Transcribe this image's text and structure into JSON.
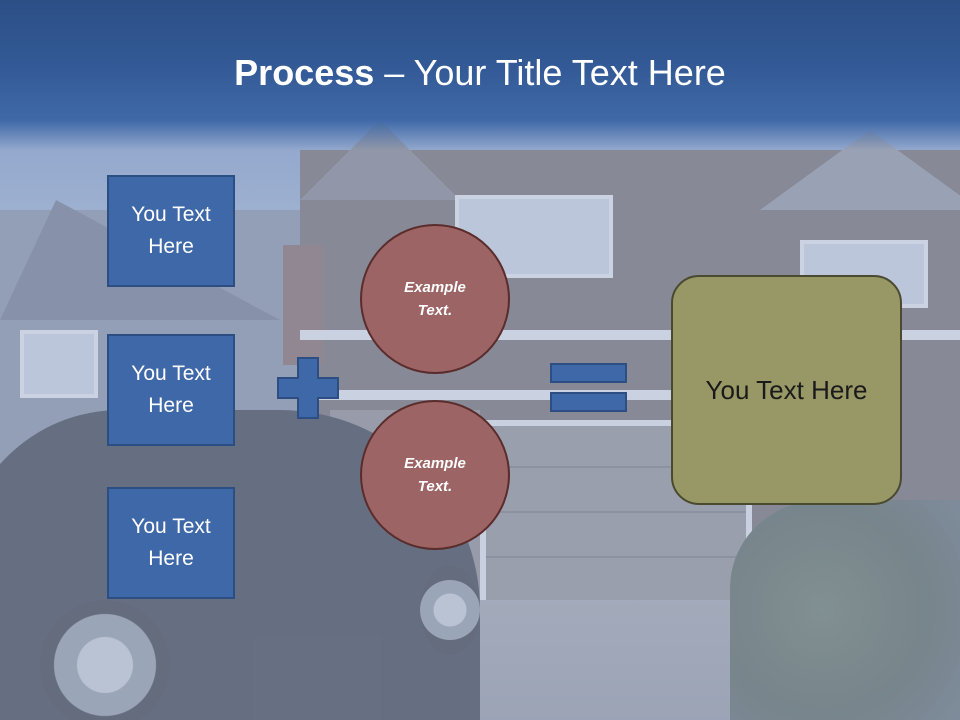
{
  "title": {
    "bold": "Process",
    "rest": " – Your Title Text Here"
  },
  "left_boxes": [
    {
      "line1": "You Text",
      "line2": "Here"
    },
    {
      "line1": "You Text",
      "line2": "Here"
    },
    {
      "line1": "You Text",
      "line2": "Here"
    }
  ],
  "circles": [
    {
      "line1": "Example",
      "line2": "Text."
    },
    {
      "line1": "Example",
      "line2": "Text."
    }
  ],
  "result": {
    "text": "You Text Here"
  },
  "operators": {
    "plus": "plus-icon",
    "equals": "equals-icon"
  },
  "colors": {
    "title_band": "#335a96",
    "box_fill": "#3f68a8",
    "circle_fill": "#9c6464",
    "result_fill": "#989766"
  }
}
